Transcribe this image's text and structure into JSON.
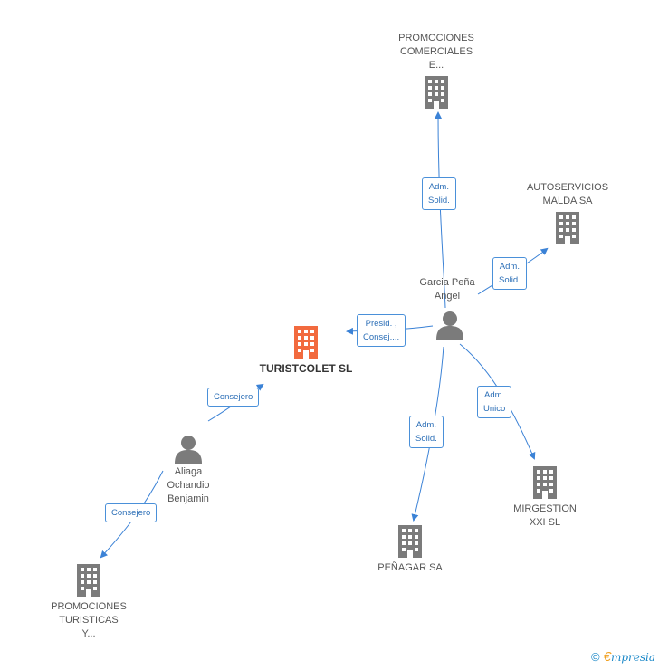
{
  "nodes": {
    "promociones_comerciales": {
      "label": "PROMOCIONES\nCOMERCIALES\nE..."
    },
    "autoservicios": {
      "label": "AUTOSERVICIOS\nMALDA SA"
    },
    "garcia": {
      "label": "Garcia Peña\nAngel"
    },
    "turistcolet": {
      "label": "TURISTCOLET SL"
    },
    "aliaga": {
      "label": "Aliaga\nOchandio\nBenjamin"
    },
    "mirgestion": {
      "label": "MIRGESTION\nXXI SL"
    },
    "penagar": {
      "label": "PEÑAGAR SA"
    },
    "promociones_turisticas": {
      "label": "PROMOCIONES\nTURISTICAS\nY..."
    }
  },
  "edges": {
    "garcia_promo": {
      "label": "Adm.\nSolid."
    },
    "garcia_auto": {
      "label": "Adm.\nSolid."
    },
    "garcia_turist": {
      "label": "Presid. ,\nConsej...."
    },
    "aliaga_turist": {
      "label": "Consejero"
    },
    "garcia_mirg": {
      "label": "Adm.\nUnico"
    },
    "garcia_penagar": {
      "label": "Adm.\nSolid."
    },
    "aliaga_promo": {
      "label": "Consejero"
    }
  },
  "colors": {
    "company": "#7b7b7b",
    "main_company": "#f26a3e",
    "person": "#7b7b7b",
    "edge": "#3b82d6"
  },
  "footer": {
    "copyright": "©",
    "brand_initial": "€",
    "brand_rest": "mpresia"
  }
}
